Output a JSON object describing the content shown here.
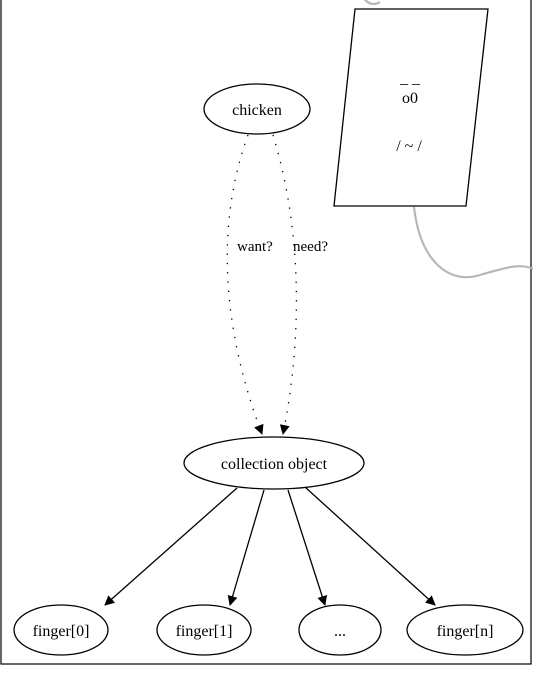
{
  "nodes": {
    "chicken": "chicken",
    "collection": "collection object",
    "finger0": "finger[0]",
    "finger1": "finger[1]",
    "ellipsis": "...",
    "fingern": "finger[n]"
  },
  "edges": {
    "want_label": "want?",
    "need_label": "need?"
  },
  "face": {
    "brows": "_ _",
    "eyes": "o0",
    "mouth": "/  ~  /"
  }
}
